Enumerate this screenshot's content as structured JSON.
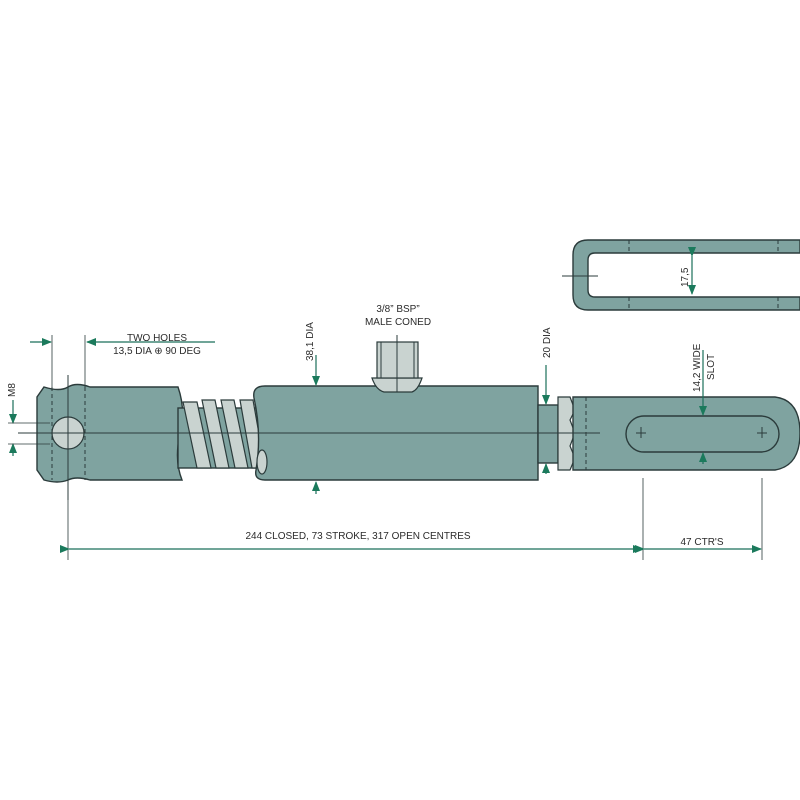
{
  "labels": {
    "two_holes": "TWO HOLES",
    "hole_spec": "13,5 DIA ⊕ 90 DEG",
    "m8": "M8",
    "body_dia": "38,1 DIA",
    "port_line1": "3/8” BSP”",
    "port_line2": "MALE CONED",
    "rod_dia": "20 DIA",
    "slot_line1": "14,2 WIDE",
    "slot_line2": "SLOT",
    "fork_gap": "17,5",
    "overall_length": "244 CLOSED, 73 STROKE, 317 OPEN CENTRES",
    "slot_centres": "47 CTR'S"
  },
  "colors": {
    "body": "#7fa3a0",
    "dimension": "#1b7a5c"
  }
}
